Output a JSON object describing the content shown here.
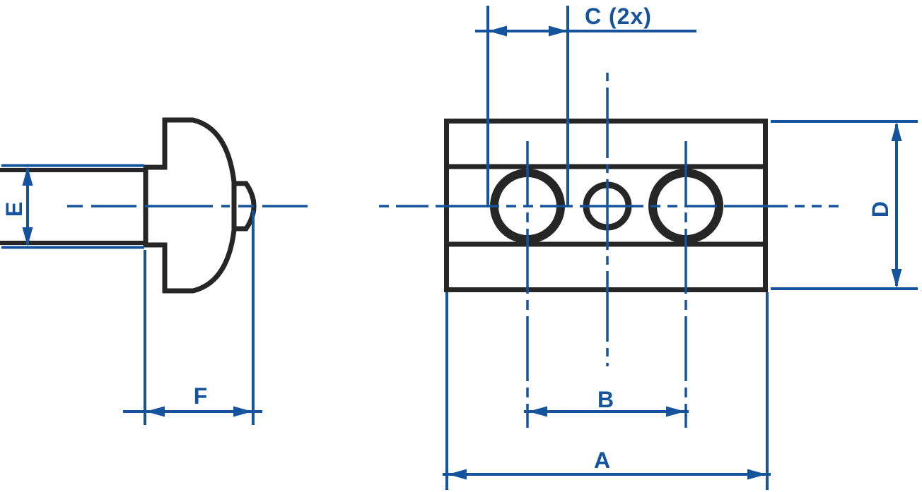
{
  "drawing": {
    "colors": {
      "ink": "#262626",
      "dimension": "#15549c",
      "background": "#ffffff"
    },
    "views": {
      "side_view": {
        "name": "slot-bolt-side-profile"
      },
      "top_view": {
        "name": "slot-block-with-holes",
        "large_holes": 2,
        "small_holes": 1
      }
    },
    "dimensions": {
      "c": {
        "label": "C (2x)"
      },
      "e": {
        "label": "E"
      },
      "f": {
        "label": "F"
      },
      "d": {
        "label": "D"
      },
      "b": {
        "label": "B"
      },
      "a": {
        "label": "A"
      }
    }
  }
}
